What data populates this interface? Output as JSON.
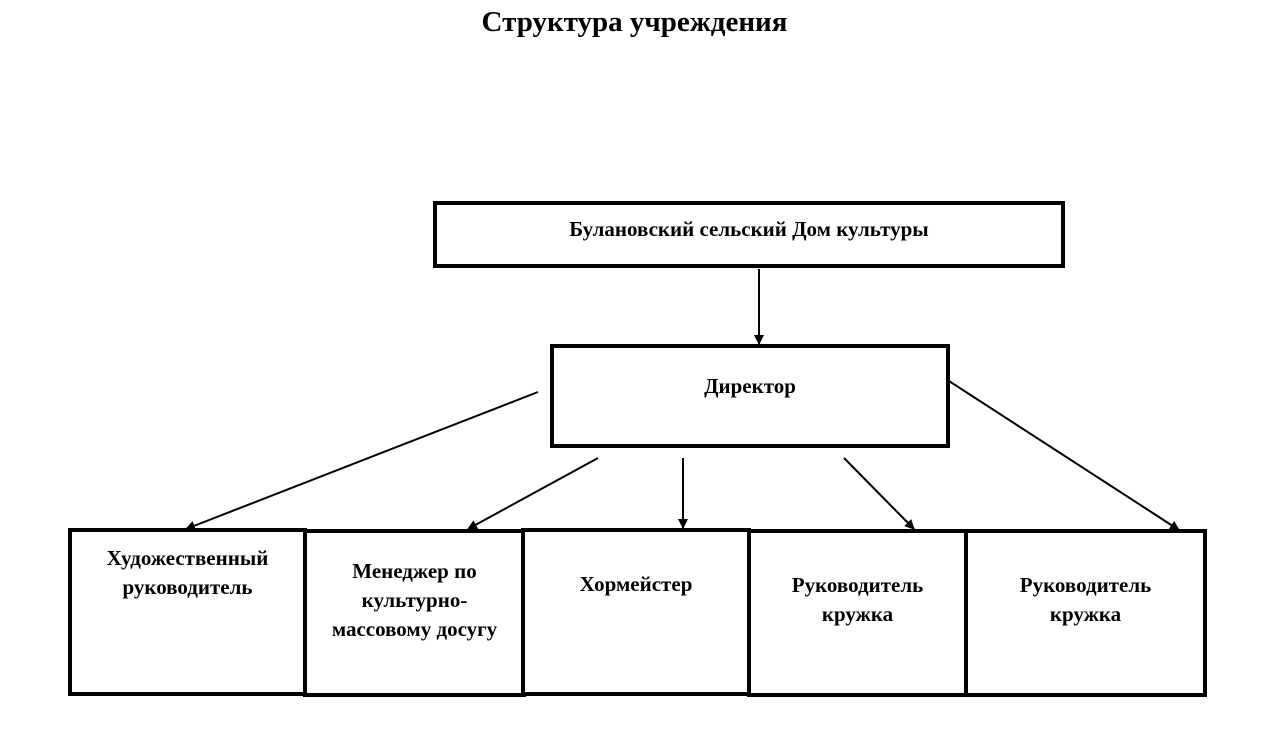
{
  "title": "Структура учреждения",
  "nodes": {
    "root": "Булановский сельский Дом культуры",
    "director": "Директор",
    "children": [
      {
        "label": "Художественный руководитель"
      },
      {
        "label": "Менеджер по культурно-массовому досугу"
      },
      {
        "label": "Хормейстер"
      },
      {
        "label": "Руководитель кружка"
      },
      {
        "label": "Руководитель кружка"
      }
    ]
  },
  "edges": [
    {
      "from": "root",
      "to": "director"
    },
    {
      "from": "director",
      "to": "children.0"
    },
    {
      "from": "director",
      "to": "children.1"
    },
    {
      "from": "director",
      "to": "children.2"
    },
    {
      "from": "director",
      "to": "children.3"
    },
    {
      "from": "director",
      "to": "children.4"
    }
  ]
}
